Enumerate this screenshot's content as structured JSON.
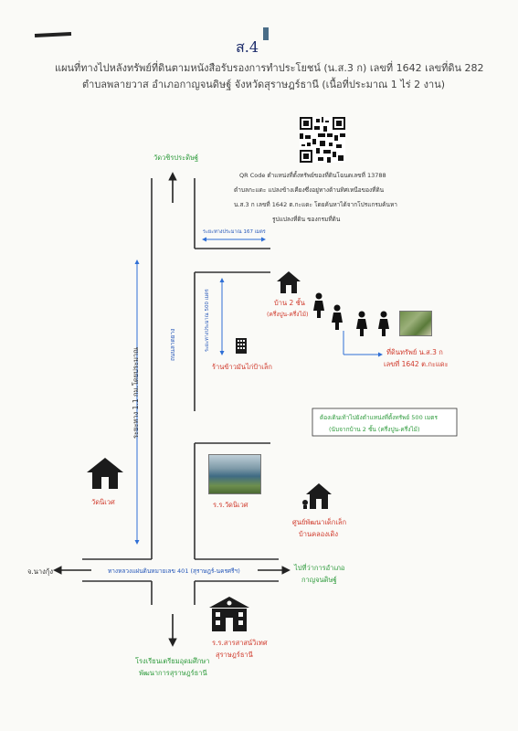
{
  "header": {
    "handwritten_mark": "ส.4",
    "title_line1": "แผนที่ทางไปหลังทรัพย์ที่ดินตามหนังสือรับรองการทำประโยชน์ (น.ส.3 ก) เลขที่ 1642 เลขที่ดิน 282",
    "title_line2": "ตำบลพลายวาส อำเภอกาญจนดิษฐ์ จังหวัดสุราษฎร์ธานี (เนื้อที่ประมาณ 1 ไร่ 2 งาน)"
  },
  "qr": {
    "caption_lines": [
      "QR Code ตำแหน่งที่ตั้งทรัพย์ของที่ดินโฉนดเลขที่ 13788",
      "ตำบลกะแดะ แปลงข้างเคียงซึ่งอยู่ทางด้านทิศเหนือของที่ดิน",
      "น.ส.3 ก เลขที่ 1642 ต.กะแดะ โดยค้นหาได้จากโปรแกรมค้นหา",
      "รูปแปลงที่ดิน ของกรมที่ดิน"
    ]
  },
  "labels": {
    "wat_top": "วัดวชิรประดิษฐ์",
    "distance_167": "ระยะทางประมาณ 167 เมตร",
    "distance_500_vertical": "ระยะทางประมาณ 500 เมตร",
    "road_vertical": "ถนนลาดยาง",
    "distance_11km": "ระยะทาง 1.1 กม.โดยประมาณ",
    "house_2floor": "บ้าน 2 ชั้น",
    "house_2floor_sub": "(ครึ่งปูน-ครึ่งไม้)",
    "property": "ที่ดินทรัพย์ น.ส.3 ก",
    "property_sub": "เลขที่ 1642 ต.กะแดะ",
    "gold_shop": "ร้านข้าวมันไก่ป้าเล็ก",
    "note_line1": "ต้องเดินเท้าไปยังตำแหน่งที่ตั้งทรัพย์ 500 เมตร",
    "note_line2": "(นับจากบ้าน 2 ชั้น (ครึ่งปูน-ครึ่งไม้)",
    "wat_left": "วัดนิเวศ",
    "school_left": "ร.ร.วัดนิเวศ",
    "childcare": "ศูนย์พัฒนาเด็กเล็ก",
    "childcare_sub": "บ้านคลองเดิง",
    "left_arrow": "จ.นางกุ้ง",
    "highway": "ทางหลวงแผ่นดินหมายเลข 401 (สุราษฎร์-นครศรีฯ)",
    "right_arrow": "ไปที่ว่าการอำเภอ",
    "right_arrow_sub": "กาญจนดิษฐ์",
    "school_bottom": "ร.ร.สารสาสน์วิเทศ",
    "school_bottom_sub": "สุราษฎร์ธานี",
    "bottom_dest": "โรงเรียนเตรียมอุดมศึกษา",
    "bottom_dest_sub": "พัฒนาการสุราษฎร์ธานี"
  },
  "colors": {
    "road": "#333333",
    "measure": "#2f6fd6",
    "green_text": "#2e9b3c",
    "red_text": "#d0392b"
  }
}
